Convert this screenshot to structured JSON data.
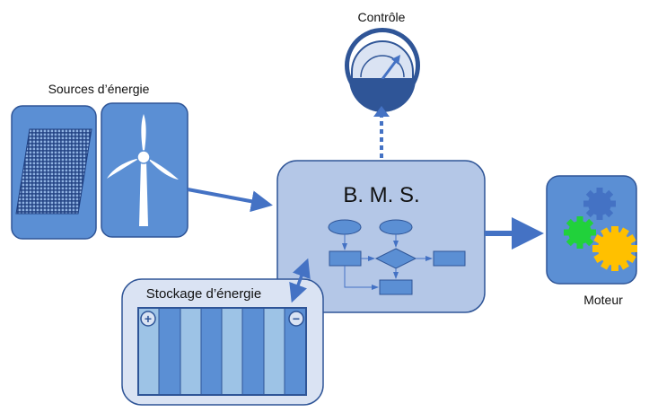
{
  "labels": {
    "sources": "Sources d’énergie",
    "control": "Contrôle",
    "bms": "B. M. S.",
    "storage": "Stockage d’énergie",
    "motor": "Moteur"
  },
  "battery": {
    "plus_symbol": "+",
    "minus_symbol": "−"
  },
  "colors": {
    "panel_blue": "#5b8fd4",
    "dark_blue": "#2f5597",
    "arrow_blue": "#4472c4",
    "bms_fill": "#b4c7e7",
    "storage_fill": "#dae3f3",
    "light_stripe": "#9dc3e6",
    "gear_blue": "#4472c4",
    "gear_green": "#21d13b",
    "gear_orange": "#ffc000"
  },
  "icons": [
    "solar-panel-icon",
    "wind-turbine-icon",
    "gauge-icon",
    "flowchart-icon",
    "battery-icon",
    "gears-icon"
  ]
}
